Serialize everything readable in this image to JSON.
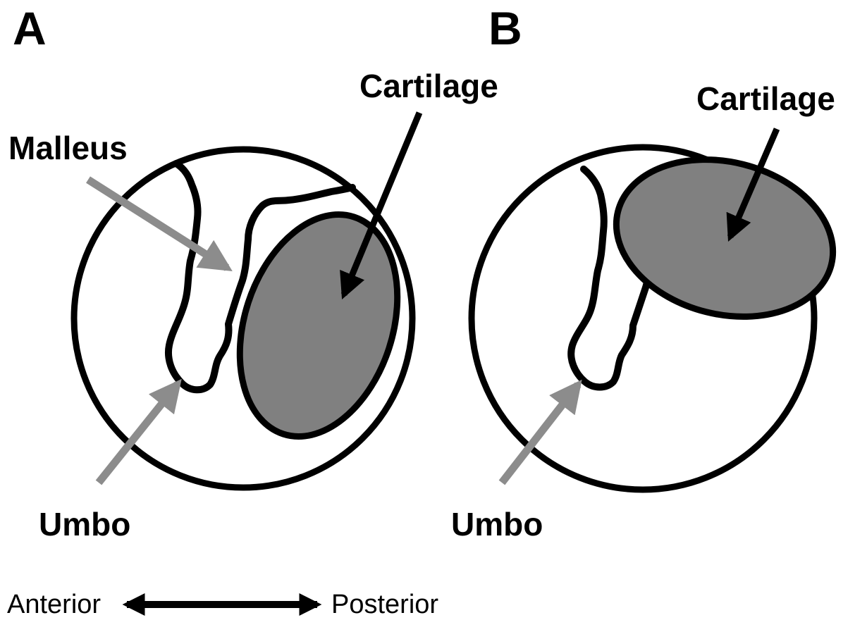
{
  "colors": {
    "background": "#ffffff",
    "outline": "#000000",
    "cartilage_fill": "#808080",
    "pointer_gray": "#8c8c8c",
    "pointer_black": "#000000"
  },
  "panel_a": {
    "letter": "A",
    "cartilage_label": "Cartilage",
    "malleus_label": "Malleus",
    "umbo_label": "Umbo"
  },
  "panel_b": {
    "letter": "B",
    "cartilage_label": "Cartilage",
    "umbo_label": "Umbo"
  },
  "orientation": {
    "left_label": "Anterior",
    "right_label": "Posterior"
  }
}
